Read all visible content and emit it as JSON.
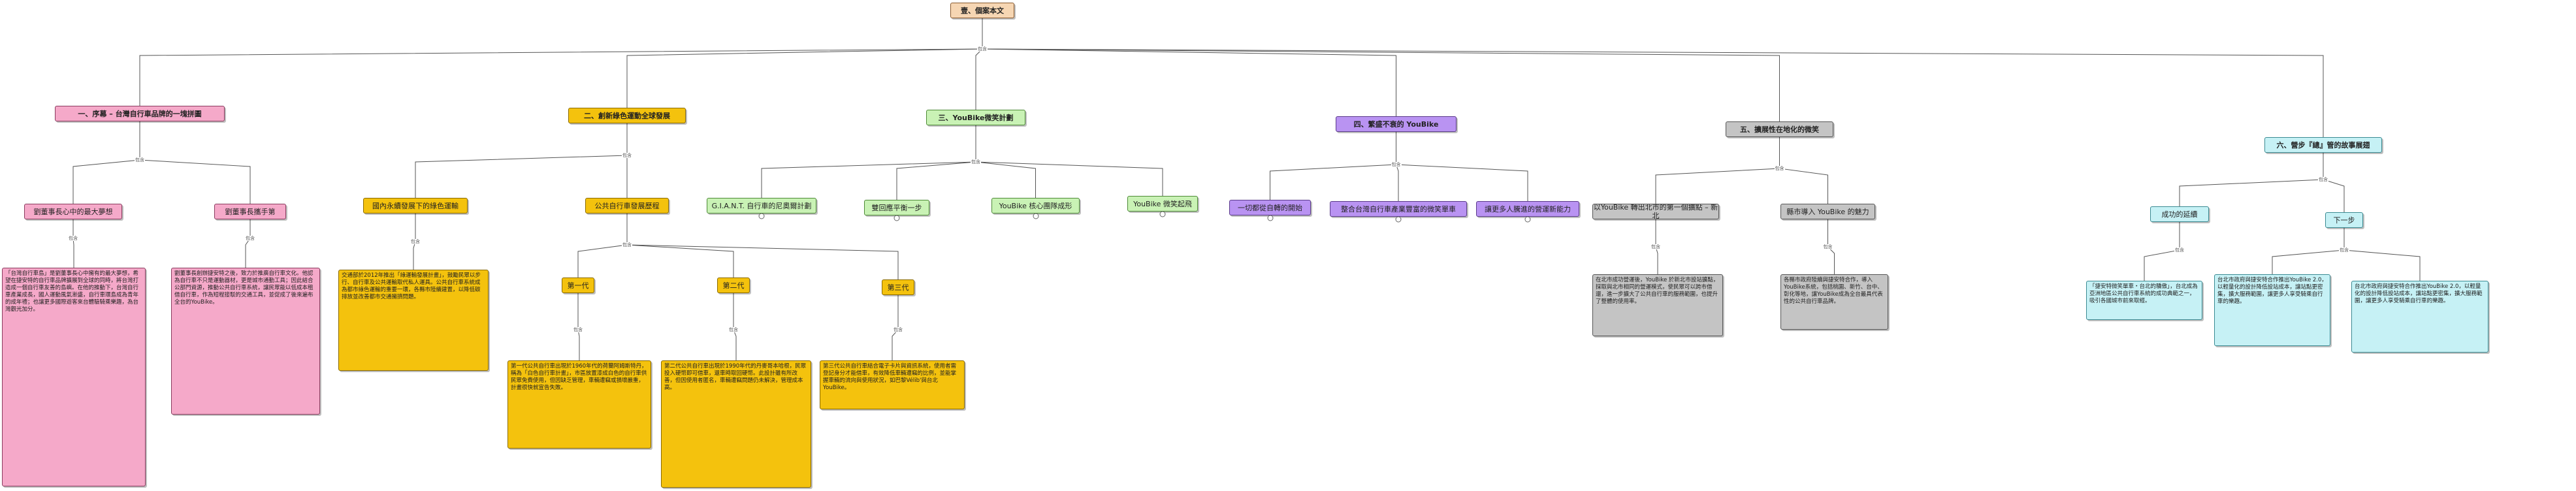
{
  "root": {
    "label": "壹、個案本文"
  },
  "connector_label": "包含",
  "branches": [
    {
      "label": "一、序幕 – 台灣自行車品牌的一塊拼圖",
      "children": [
        {
          "label": "劉董事長心中的最大夢想",
          "note": "「台灣自行車島」是劉董事長心中擁有的最大夢想，希望在捷安特的自行車品牌擴展到全球的同時，將台灣打造成一個自行車友善的島嶼。在他的推動下，台灣自行車產業成長，國人運動風氣漸盛，自行車環島成為青年的成年禮；也讓更多國際遊客來台體驗騎乘樂趣，為台灣觀光加分。"
        },
        {
          "label": "劉董事長攜手第",
          "note": "劉董事長創辦捷安特之後，致力於推廣自行車文化。他認為自行車不只是運動器材，更是城市通勤工具；因此結合公部門資源，推動公共自行車系統，讓民眾能以低成本租借自行車，作為短程接駁的交通工具，並促成了後來遍布全台的YouBike。"
        }
      ]
    },
    {
      "label": "二、創新綠色運動全球發展",
      "children": [
        {
          "label": "國內永續發展下的綠色運輸",
          "note": "交通部於2012年推出「綠運輸發展計畫」，鼓勵民眾以步行、自行車及公共運輸取代私人運具。公共自行車系統成為都市綠色運輸的重要一環，各縣市陸續建置，以降低碳排放並改善都市交通擁擠問題。"
        },
        {
          "label": "公共自行車發展歷程",
          "children": [
            {
              "label": "第一代",
              "note": "第一代公共自行車出現於1960年代的荷蘭阿姆斯特丹，稱為「白色自行車計畫」，市區放置漆成白色的自行車供民眾免費使用，但因缺乏管理，車輛遭竊或損壞嚴重，計畫很快就宣告失敗。"
            },
            {
              "label": "第二代",
              "note": "第二代公共自行車出現於1990年代的丹麥哥本哈根，民眾投入硬幣即可借車，還車時取回硬幣。此設計雖有所改善，但因使用者匿名，車輛遭竊問題仍未解決，管理成本高。"
            },
            {
              "label": "第三代",
              "note": "第三代公共自行車結合電子卡片與資訊系統，使用者需登記身分才能借車，有效降低車輛遭竊的比例，並能掌握車輛的流向與使用狀況，如巴黎Vélib'與台北YouBike。"
            }
          ]
        }
      ]
    },
    {
      "label": "三、YouBike微笑計劃",
      "children": [
        {
          "label": "G.I.A.N.T. 自行車的尼奧爾計劃"
        },
        {
          "label": "雙回應平衡一步"
        },
        {
          "label": "YouBike 核心團隊成形"
        },
        {
          "label": "YouBike 微笑起飛"
        }
      ]
    },
    {
      "label": "四、繁盛不衰的 YouBike",
      "children": [
        {
          "label": "一切都從自轉的開始"
        },
        {
          "label": "整合台灣自行車產業豐富的微笑單車"
        },
        {
          "label": "讓更多人騰進的營運新能力"
        }
      ]
    },
    {
      "label": "五、擴展性在地化的微笑",
      "children": [
        {
          "label": "以YouBike 轉出北市的第一個擴點 – 新北",
          "note": "在北市成功營運後，YouBike 於新北市設站擴點，採取與北市相同的營運模式，使民眾可以跨市借還，進一步擴大了公共自行車的服務範圍，也提升了整體的使用率。"
        },
        {
          "label": "縣市導入 YouBike 的魅力",
          "note": "各縣市政府陸續與捷安特合作，導入YouBike系統，包括桃園、新竹、台中、彰化等地，讓YouBike成為全台最具代表性的公共自行車品牌。"
        }
      ]
    },
    {
      "label": "六、營步『總』管的故事展翅",
      "children": [
        {
          "label": "成功的延續",
          "note": "「捷安特微笑單車・台北的驕傲」，台北成為亞洲地區公共自行車系統的成功典範之一，吸引各國城市前來取經。"
        },
        {
          "label": "下一步",
          "note": "台北市政府與捷安特合作推出YouBike 2.0，以輕量化的設計降低設站成本，讓站點更密集，擴大服務範圍，讓更多人享受騎乘自行車的樂趣。"
        }
      ]
    }
  ]
}
